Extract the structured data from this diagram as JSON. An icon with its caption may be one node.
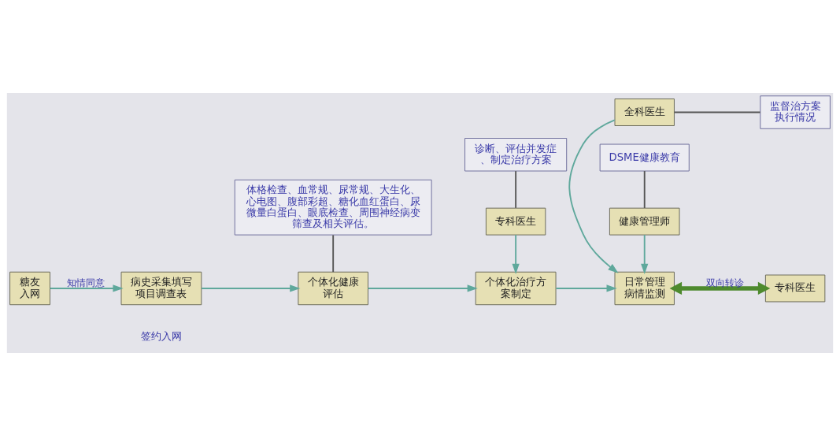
{
  "diagram": {
    "nodes": [
      {
        "text": [
          "糖友入网"
        ]
      },
      {
        "text": [
          "病史采集填写项目调查表"
        ]
      },
      {
        "text": [
          "个体化健康评估"
        ]
      },
      {
        "text": [
          "个体化治疗方案制定"
        ]
      },
      {
        "text": [
          "日常管理病情监测"
        ]
      },
      {
        "text": [
          "全科医生"
        ]
      },
      {
        "text": [
          "专科医生"
        ]
      },
      {
        "text": [
          "专科医生"
        ]
      },
      {
        "text": [
          "健康管理师"
        ]
      },
      {
        "text": [
          "体格检查、血常规、尿常规、大生化、心电图、腹部彩超、糖化血红蛋白、尿微量白蛋白、眼底检查、周围神经病变筛查及相关评估。"
        ]
      },
      {
        "text": [
          "监督治方案执行情况"
        ]
      },
      {
        "text": [
          "诊断、评估并发症、制定治疗方案"
        ]
      },
      {
        "text": [
          "DSME健康教育"
        ]
      }
    ],
    "edges": [
      {
        "from": 0,
        "to": 1,
        "arrow": "to",
        "label": "知情同意"
      },
      {
        "from": 1,
        "to": 2,
        "arrow": "to"
      },
      {
        "from": 2,
        "to": 3,
        "arrow": "to"
      },
      {
        "from": 3,
        "to": 4,
        "arrow": "to"
      },
      {
        "from": 5,
        "to": 4,
        "arrow": "to"
      },
      {
        "from": 4,
        "to": 6,
        "arrow": "both",
        "label": "双向转诊",
        "style": "thick",
        "color": "#4e8a2e"
      },
      {
        "from": 7,
        "to": 3,
        "arrow": "to"
      },
      {
        "from": 8,
        "to": 4,
        "arrow": "to"
      },
      {
        "from": 9,
        "to": 2,
        "arrow": "none",
        "color": "#555555"
      },
      {
        "from": 5,
        "to": 10,
        "arrow": "none",
        "color": "#555555"
      },
      {
        "from": 11,
        "to": 7,
        "arrow": "none",
        "color": "#555555"
      },
      {
        "from": 12,
        "to": 8,
        "arrow": "none",
        "color": "#555555"
      }
    ],
    "labels": [
      "签约入网"
    ]
  }
}
